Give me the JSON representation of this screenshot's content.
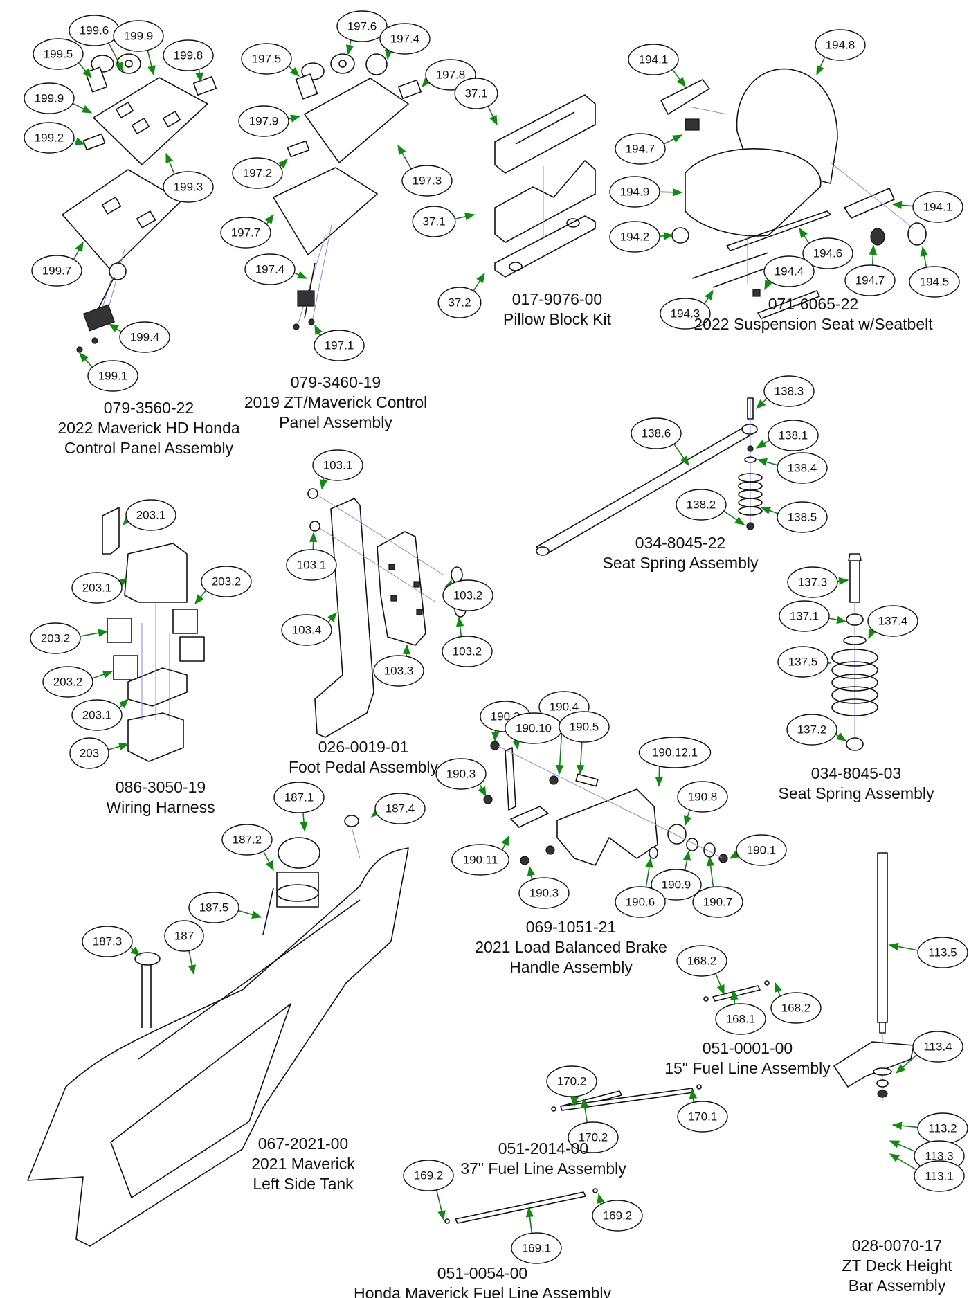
{
  "diagram": {
    "type": "exploded-parts-diagram",
    "colors": {
      "leader": "#1a7a1a",
      "arrowhead": "#128a12",
      "guide": "#8a8ad8",
      "ink": "#111111"
    },
    "assemblies": [
      {
        "id": "control-panel-2022",
        "part_number": "079-3560-22",
        "title_lines": [
          "2022 Maverick HD Honda",
          "Control Panel Assembly"
        ],
        "callouts": [
          "199.6",
          "199.9",
          "199.5",
          "199.8",
          "199.9",
          "199.2",
          "199.3",
          "199.7",
          "199.4",
          "199.1"
        ]
      },
      {
        "id": "control-panel-2019",
        "part_number": "079-3460-19",
        "title_lines": [
          "2019 ZT/Maverick Control",
          "Panel Assembly"
        ],
        "callouts": [
          "197.6",
          "197.4",
          "197.5",
          "197.8",
          "197.9",
          "197.2",
          "197.3",
          "197.7",
          "197.4",
          "197.1"
        ]
      },
      {
        "id": "pillow-block-kit",
        "part_number": "017-9076-00",
        "title_lines": [
          "Pillow Block Kit"
        ],
        "callouts": [
          "37.1",
          "37.1",
          "37.2"
        ]
      },
      {
        "id": "suspension-seat",
        "part_number": "071-6065-22",
        "title_lines": [
          "2022 Suspension Seat w/Seatbelt"
        ],
        "callouts": [
          "194.1",
          "194.8",
          "194.7",
          "194.9",
          "194.1",
          "194.2",
          "194.6",
          "194.4",
          "194.7",
          "194.5",
          "194.3"
        ]
      },
      {
        "id": "seat-spring-22",
        "part_number": "034-8045-22",
        "title_lines": [
          "Seat Spring Assembly"
        ],
        "callouts": [
          "138.3",
          "138.6",
          "138.1",
          "138.4",
          "138.2",
          "138.5"
        ]
      },
      {
        "id": "seat-spring-03",
        "part_number": "034-8045-03",
        "title_lines": [
          "Seat Spring Assembly"
        ],
        "callouts": [
          "137.3",
          "137.1",
          "137.4",
          "137.5",
          "137.2"
        ]
      },
      {
        "id": "wiring-harness",
        "part_number": "086-3050-19",
        "title_lines": [
          "Wiring Harness"
        ],
        "callouts": [
          "203.1",
          "203.1",
          "203.2",
          "203.2",
          "203.2",
          "203.1",
          "203"
        ]
      },
      {
        "id": "foot-pedal",
        "part_number": "026-0019-01",
        "title_lines": [
          "Foot Pedal Assembly"
        ],
        "callouts": [
          "103.1",
          "103.1",
          "103.2",
          "103.4",
          "103.2",
          "103.3"
        ]
      },
      {
        "id": "brake-handle",
        "part_number": "069-1051-21",
        "title_lines": [
          "2021 Load Balanced Brake",
          "Handle Assembly"
        ],
        "callouts": [
          "190.2",
          "190.4",
          "190.10",
          "190.5",
          "190.12.1",
          "190.3",
          "190.8",
          "190.11",
          "190.1",
          "190.3",
          "190.9",
          "190.6",
          "190.7"
        ]
      },
      {
        "id": "left-side-tank",
        "part_number": "067-2021-00",
        "title_lines": [
          "2021 Maverick",
          "Left Side Tank"
        ],
        "callouts": [
          "187.1",
          "187.4",
          "187.2",
          "187.5",
          "187.3",
          "187"
        ]
      },
      {
        "id": "fuel-line-15",
        "part_number": "051-0001-00",
        "title_lines": [
          "15\" Fuel Line Assembly"
        ],
        "callouts": [
          "168.2",
          "168.1",
          "168.2"
        ]
      },
      {
        "id": "fuel-line-37",
        "part_number": "051-2014-00",
        "title_lines": [
          "37\" Fuel Line Assembly"
        ],
        "callouts": [
          "170.2",
          "170.1",
          "170.2"
        ]
      },
      {
        "id": "honda-fuel-line",
        "part_number": "051-0054-00",
        "title_lines": [
          "Honda Maverick Fuel Line Assembly"
        ],
        "callouts": [
          "169.2",
          "169.2",
          "169.1"
        ]
      },
      {
        "id": "deck-height-bar",
        "part_number": "028-0070-17",
        "title_lines": [
          "ZT Deck Height",
          "Bar Assembly"
        ],
        "callouts": [
          "113.5",
          "113.4",
          "113.2",
          "113.3",
          "113.1"
        ]
      }
    ]
  }
}
